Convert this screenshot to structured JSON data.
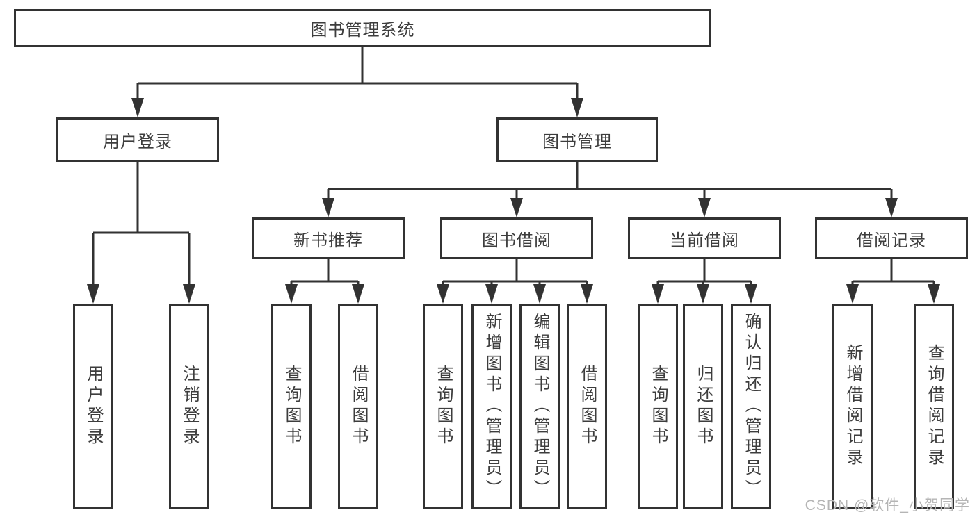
{
  "tree": {
    "label": "图书管理系统",
    "children": [
      {
        "label": "用户登录",
        "children": [
          {
            "label": "用户登录"
          },
          {
            "label": "注销登录"
          }
        ]
      },
      {
        "label": "图书管理",
        "children": [
          {
            "label": "新书推荐",
            "children": [
              {
                "label": "查询图书"
              },
              {
                "label": "借阅图书"
              }
            ]
          },
          {
            "label": "图书借阅",
            "children": [
              {
                "label": "查询图书"
              },
              {
                "label": "新增图书（管理员）"
              },
              {
                "label": "编辑图书（管理员）"
              },
              {
                "label": "借阅图书"
              }
            ]
          },
          {
            "label": "当前借阅",
            "children": [
              {
                "label": "查询图书"
              },
              {
                "label": "归还图书"
              },
              {
                "label": "确认归还（管理员）"
              }
            ]
          },
          {
            "label": "借阅记录",
            "children": [
              {
                "label": "新增借阅记录"
              },
              {
                "label": "查询借阅记录"
              }
            ]
          }
        ]
      }
    ]
  },
  "watermark": "CSDN @软件_小贺同学",
  "colors": {
    "line": "#323232",
    "text": "#3d3d3d",
    "watermark": "#b5b5b5",
    "background": "#ffffff"
  }
}
